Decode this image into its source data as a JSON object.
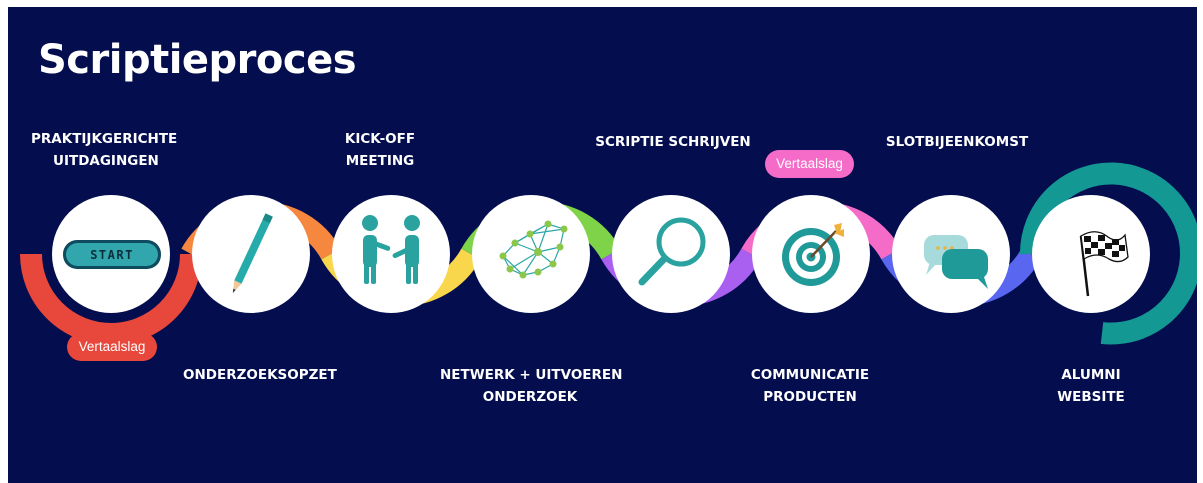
{
  "title": "Scriptieproces",
  "start_label": "START",
  "badges": {
    "vertaalslag_1": "Vertaalslag",
    "vertaalslag_2": "Vertaalslag"
  },
  "steps": {
    "praktijkgerichte": [
      "PRAKTIJKGERICHTE",
      "UITDAGINGEN"
    ],
    "onderzoeksopzet": [
      "ONDERZOEKSOPZET"
    ],
    "kickoff": [
      "KICK-OFF",
      "MEETING"
    ],
    "netwerk": [
      "NETWERK + UITVOEREN",
      "ONDERZOEK"
    ],
    "scriptie": [
      "SCRIPTIE SCHRIJVEN"
    ],
    "communicatie": [
      "COMMUNICATIE",
      "PRODUCTEN"
    ],
    "slotbijeenkomst": [
      "SLOTBIJEENKOMST"
    ],
    "alumni": [
      "ALUMNI",
      "WEBSITE"
    ]
  },
  "colors": {
    "background": "#040d4e",
    "red": "#e8473c",
    "orange": "#f5873e",
    "yellow": "#f9d74d",
    "green": "#7ed348",
    "purple": "#a95ff0",
    "pink": "#f46cc8",
    "blue": "#5866f0",
    "teal": "#139893"
  },
  "icons": [
    "start-button-icon",
    "pencil-icon",
    "people-icon",
    "network-icon",
    "magnifier-icon",
    "target-icon",
    "chat-bubbles-icon",
    "checkered-flag-icon"
  ]
}
